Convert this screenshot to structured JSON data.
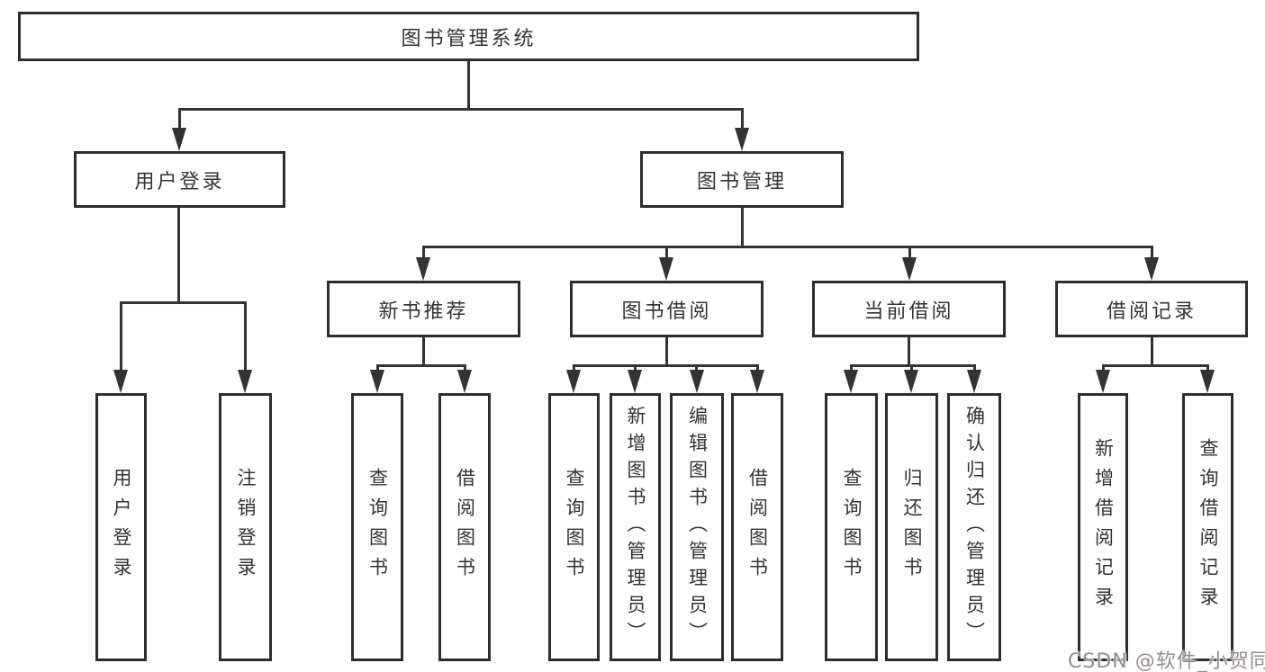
{
  "diagram": {
    "root": {
      "label": "图书管理系统"
    },
    "level2": [
      {
        "label": "用户登录"
      },
      {
        "label": "图书管理"
      }
    ],
    "level3": [
      {
        "label": "新书推荐"
      },
      {
        "label": "图书借阅"
      },
      {
        "label": "当前借阅"
      },
      {
        "label": "借阅记录"
      }
    ],
    "leaves": {
      "user_login": [
        {
          "label": "用户登录"
        },
        {
          "label": "注销登录"
        }
      ],
      "new_book_recommend": [
        {
          "label": "查询图书"
        },
        {
          "label": "借阅图书"
        }
      ],
      "book_borrow": [
        {
          "label": "查询图书"
        },
        {
          "label": "新增图书（管理员）"
        },
        {
          "label": "编辑图书（管理员）"
        },
        {
          "label": "借阅图书"
        }
      ],
      "current_borrow": [
        {
          "label": "查询图书"
        },
        {
          "label": "归还图书"
        },
        {
          "label": "确认归还（管理员）"
        }
      ],
      "borrow_record": [
        {
          "label": "新增借阅记录"
        },
        {
          "label": "查询借阅记录"
        }
      ]
    }
  },
  "watermark": {
    "text": "CSDN @软件_小贺同学"
  },
  "colors": {
    "line": "#333333",
    "border": "#2d2d2d",
    "text": "#333333",
    "background": "#ffffff",
    "watermark": "#968e8e"
  }
}
